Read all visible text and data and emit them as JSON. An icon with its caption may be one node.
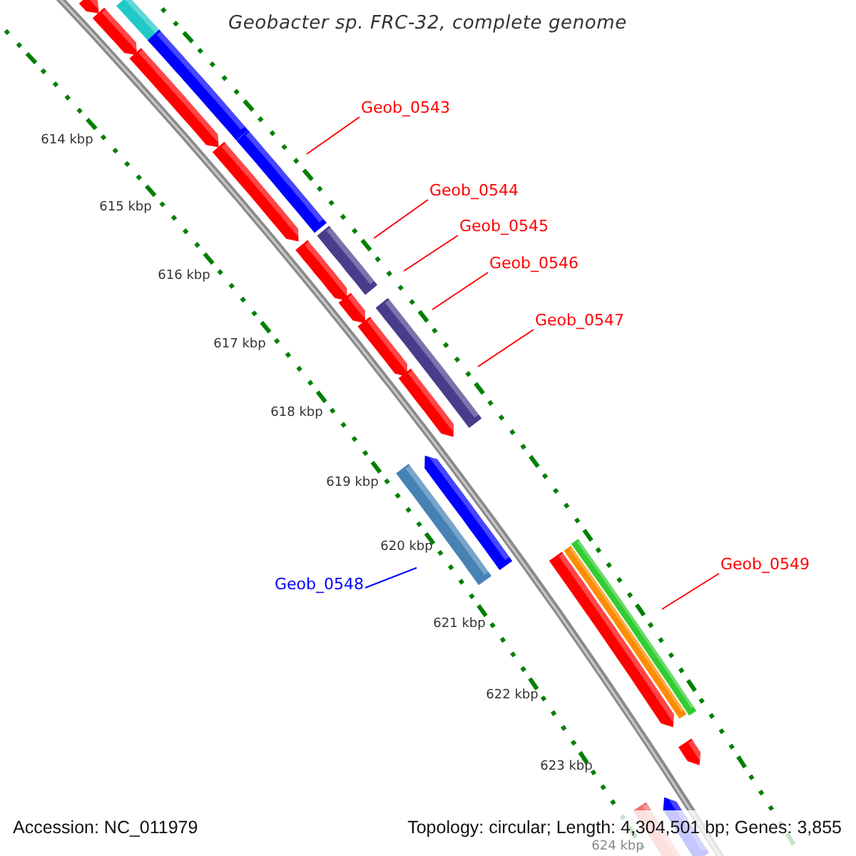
{
  "diagram": {
    "title": "Geobacter sp. FRC-32, complete genome",
    "nodes": [
      {
        "text": [
          "Geob_0543"
        ]
      },
      {
        "text": [
          "Geob_0544"
        ]
      },
      {
        "text": [
          "Geob_0545"
        ]
      },
      {
        "text": [
          "Geob_0546"
        ]
      },
      {
        "text": [
          "Geob_0547"
        ]
      },
      {
        "text": [
          "Geob_0548"
        ]
      },
      {
        "text": [
          "Geob_0549"
        ]
      }
    ],
    "edges": [
      {
        "from": 0,
        "to": null,
        "arrow": "none"
      },
      {
        "from": 1,
        "to": null,
        "arrow": "none"
      },
      {
        "from": 2,
        "to": null,
        "arrow": "none"
      },
      {
        "from": 3,
        "to": null,
        "arrow": "none"
      },
      {
        "from": 4,
        "to": null,
        "arrow": "none"
      },
      {
        "from": 5,
        "to": null,
        "arrow": "none",
        "color": "#0000ff"
      },
      {
        "from": 6,
        "to": null,
        "arrow": "none"
      }
    ],
    "labels": [
      "614 kbp",
      "615 kbp",
      "616 kbp",
      "617 kbp",
      "618 kbp",
      "619 kbp",
      "620 kbp",
      "621 kbp",
      "622 kbp",
      "623 kbp",
      "624 kbp",
      "Accession: NC_011979",
      "Topology: circular; Length: 4,304,501 bp; Genes: 3,855"
    ]
  }
}
